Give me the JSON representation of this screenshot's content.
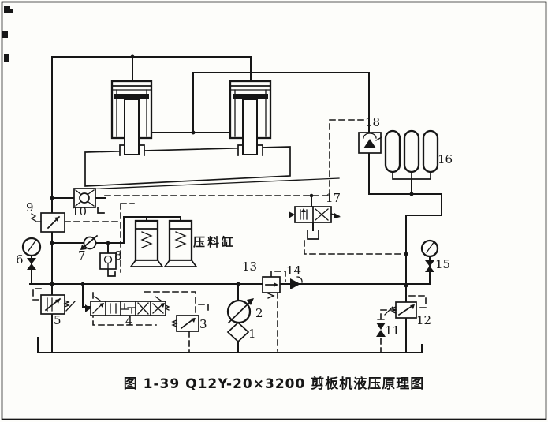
{
  "figure": {
    "caption": "图 1-39   Q12Y-20×3200 剪板机液压原理图",
    "press_cylinder_label": "压料缸"
  },
  "callouts": [
    {
      "text": "1"
    },
    {
      "text": "2"
    },
    {
      "text": "3"
    },
    {
      "text": "4"
    },
    {
      "text": "5"
    },
    {
      "text": "6"
    },
    {
      "text": "7"
    },
    {
      "text": "8"
    },
    {
      "text": "9"
    },
    {
      "text": "10"
    },
    {
      "text": "11"
    },
    {
      "text": "12"
    },
    {
      "text": "13"
    },
    {
      "text": "14"
    },
    {
      "text": "15"
    },
    {
      "text": "16"
    },
    {
      "text": "17"
    },
    {
      "text": "18"
    }
  ],
  "colors": {
    "ink": "#161616",
    "paper": "#fdfdfa"
  }
}
